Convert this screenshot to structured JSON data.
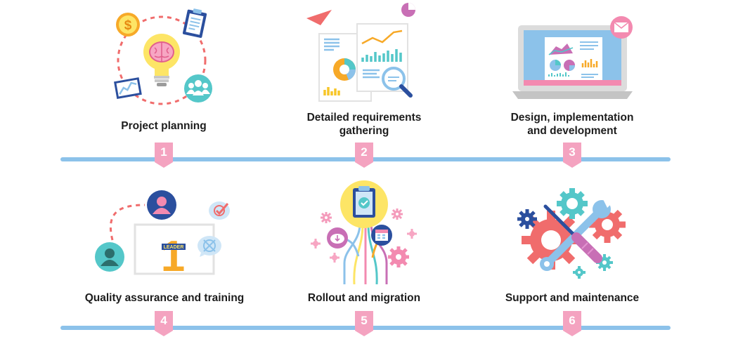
{
  "steps": [
    {
      "number": "1",
      "title": "Project planning"
    },
    {
      "number": "2",
      "title": "Detailed requirements gathering",
      "title_line1": "Detailed requirements",
      "title_line2": "gathering"
    },
    {
      "number": "3",
      "title": "Design, implementation and development",
      "title_line1": "Design, implementation",
      "title_line2": "and development"
    },
    {
      "number": "4",
      "title": "Quality assurance and training"
    },
    {
      "number": "5",
      "title": "Rollout and migration"
    },
    {
      "number": "6",
      "title": "Support and maintenance"
    }
  ],
  "illustration_text": {
    "dollar": "$",
    "leader": "LEADER",
    "first_place": "1"
  },
  "icons": [
    "lightbulb-brain-icon",
    "dollar-coin-icon",
    "clipboard-icon",
    "team-icon",
    "chart-card-icon",
    "paper-plane-icon",
    "pie-chart-icon",
    "magnifier-icon",
    "laptop-icon",
    "mail-icon",
    "avatar-icon",
    "checkmark-bubble-icon",
    "target-bubble-icon",
    "leader-trophy-icon",
    "clipboard-check-icon",
    "cloud-download-icon",
    "calendar-icon",
    "gear-icon",
    "wrench-icon",
    "screwdriver-icon"
  ],
  "colors": {
    "track": "#8cc2ea",
    "badge": "#f4a3c0",
    "pink": "#f38ab0",
    "teal": "#54c7c9",
    "yellow": "#fde566",
    "navy": "#2b4f9e",
    "coral": "#f06c6c",
    "orange": "#f7a928"
  }
}
